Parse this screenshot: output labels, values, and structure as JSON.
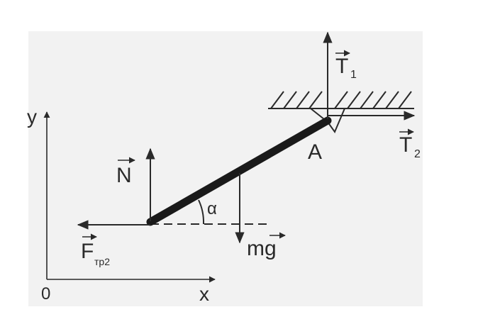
{
  "axes": {
    "y": "y",
    "x": "x",
    "origin": "0"
  },
  "forces": {
    "T1": "T",
    "T1_sub": "1",
    "T2": "T",
    "T2_sub": "2",
    "N": "N",
    "F": "F",
    "F_sub": "тр2",
    "mg": "mg"
  },
  "angle": "α",
  "point": "A",
  "colors": {
    "ink": "#2a2a2a",
    "panel": "#f2f2f2",
    "background": "#ffffff"
  }
}
